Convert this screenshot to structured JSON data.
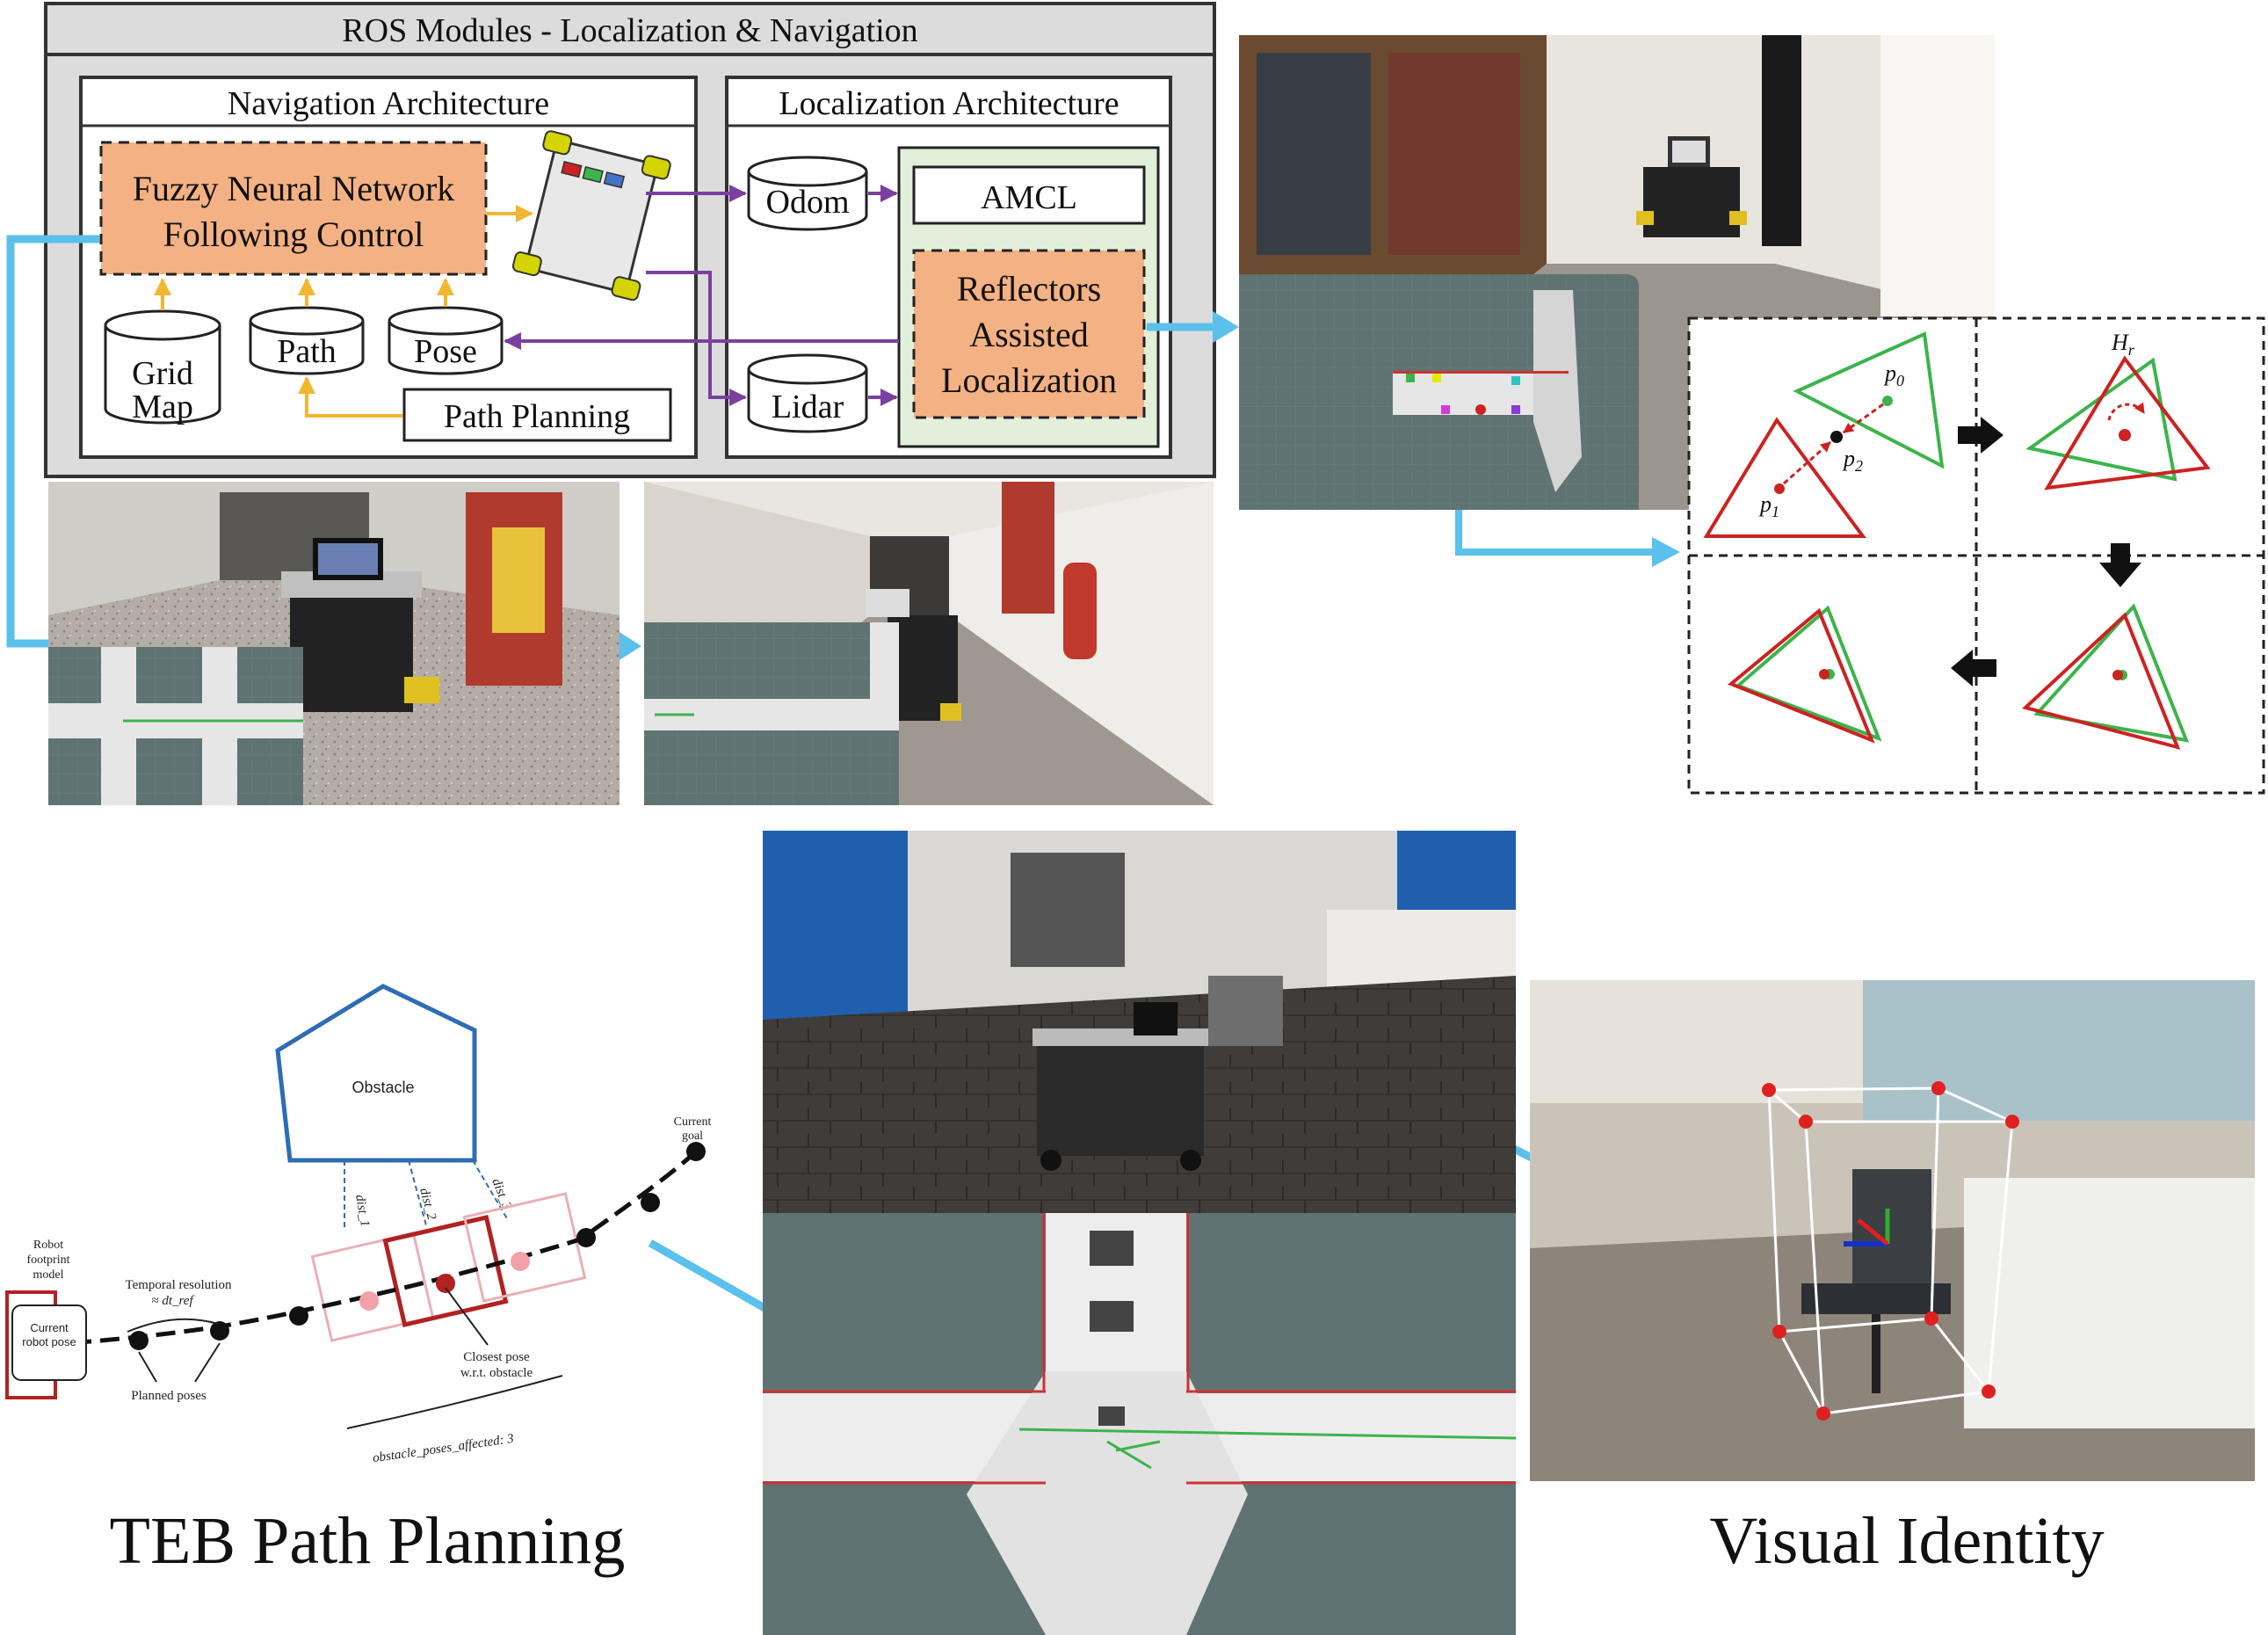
{
  "ros_modules": {
    "title": "ROS Modules - Localization & Navigation",
    "navigation": {
      "title": "Navigation Architecture",
      "fnn_line1": "Fuzzy Neural Network",
      "fnn_line2": "Following Control",
      "grid_line1": "Grid",
      "grid_line2": "Map",
      "path": "Path",
      "pose": "Pose",
      "path_planning": "Path Planning"
    },
    "localization": {
      "title": "Localization Architecture",
      "odom": "Odom",
      "lidar": "Lidar",
      "amcl": "AMCL",
      "reflectors_line1": "Reflectors",
      "reflectors_line2": "Assisted",
      "reflectors_line3": "Localization"
    }
  },
  "alignment": {
    "p0": "p",
    "p0_sub": "0",
    "p1": "p",
    "p1_sub": "1",
    "p2": "p",
    "p2_sub": "2",
    "hr": "H",
    "hr_sub": "r"
  },
  "teb": {
    "obstacle": "Obstacle",
    "current_goal_line1": "Current",
    "current_goal_line2": "goal",
    "robot_footprint_line1": "Robot",
    "robot_footprint_line2": "footprint",
    "robot_footprint_line3": "model",
    "current_pose_line1": "Current",
    "current_pose_line2": "robot pose",
    "temporal_line1": "Temporal resolution",
    "temporal_line2": "≈ dt_ref",
    "planned_poses": "Planned poses",
    "closest_line1": "Closest pose",
    "closest_line2": "w.r.t. obstacle",
    "affected": "obstacle_poses_affected: 3",
    "dist1": "dist_1",
    "dist2": "dist_2",
    "dist3": "dist_3"
  },
  "captions": {
    "teb": "TEB Path Planning",
    "visual": "Visual Identity"
  },
  "colors": {
    "flow_arrow": "#5bc0eb",
    "planner_arrow": "#f2b730",
    "data_arrow": "#7b3fa0",
    "fnn_fill": "#f4b183",
    "map_bg": "#5f7373",
    "map_free": "#e6e6e6",
    "estimate_red": "#cc2222",
    "reference_green": "#3cb44b",
    "obstacle_blue": "#2e6db5",
    "pose_red": "#b22222"
  }
}
